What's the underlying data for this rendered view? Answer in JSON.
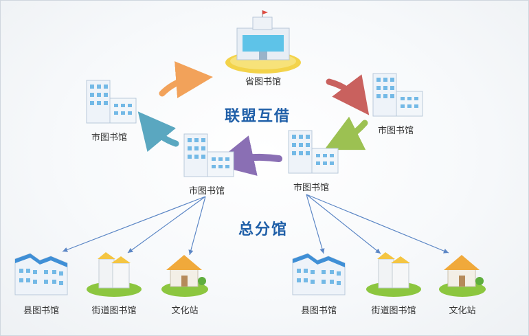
{
  "diagram": {
    "center_title": "联盟互借",
    "branch_title": "总分馆",
    "nodes": {
      "provincial": "省图书馆",
      "city_left": "市图书馆",
      "city_right": "市图书馆",
      "city_mid_left": "市图书馆",
      "city_mid_right": "市图书馆",
      "county_left": "县图书馆",
      "street_left": "街道图书馆",
      "culture_left": "文化站",
      "county_right": "县图书馆",
      "street_right": "街道图书馆",
      "culture_right": "文化站"
    },
    "colors": {
      "title": "#1f5fa8",
      "arrow_orange": "#f2a25a",
      "arrow_red": "#c9615e",
      "arrow_green": "#9cc152",
      "arrow_purple": "#8a6fb4",
      "arrow_teal": "#5aa7c0",
      "link_blue": "#5b86c5"
    }
  }
}
